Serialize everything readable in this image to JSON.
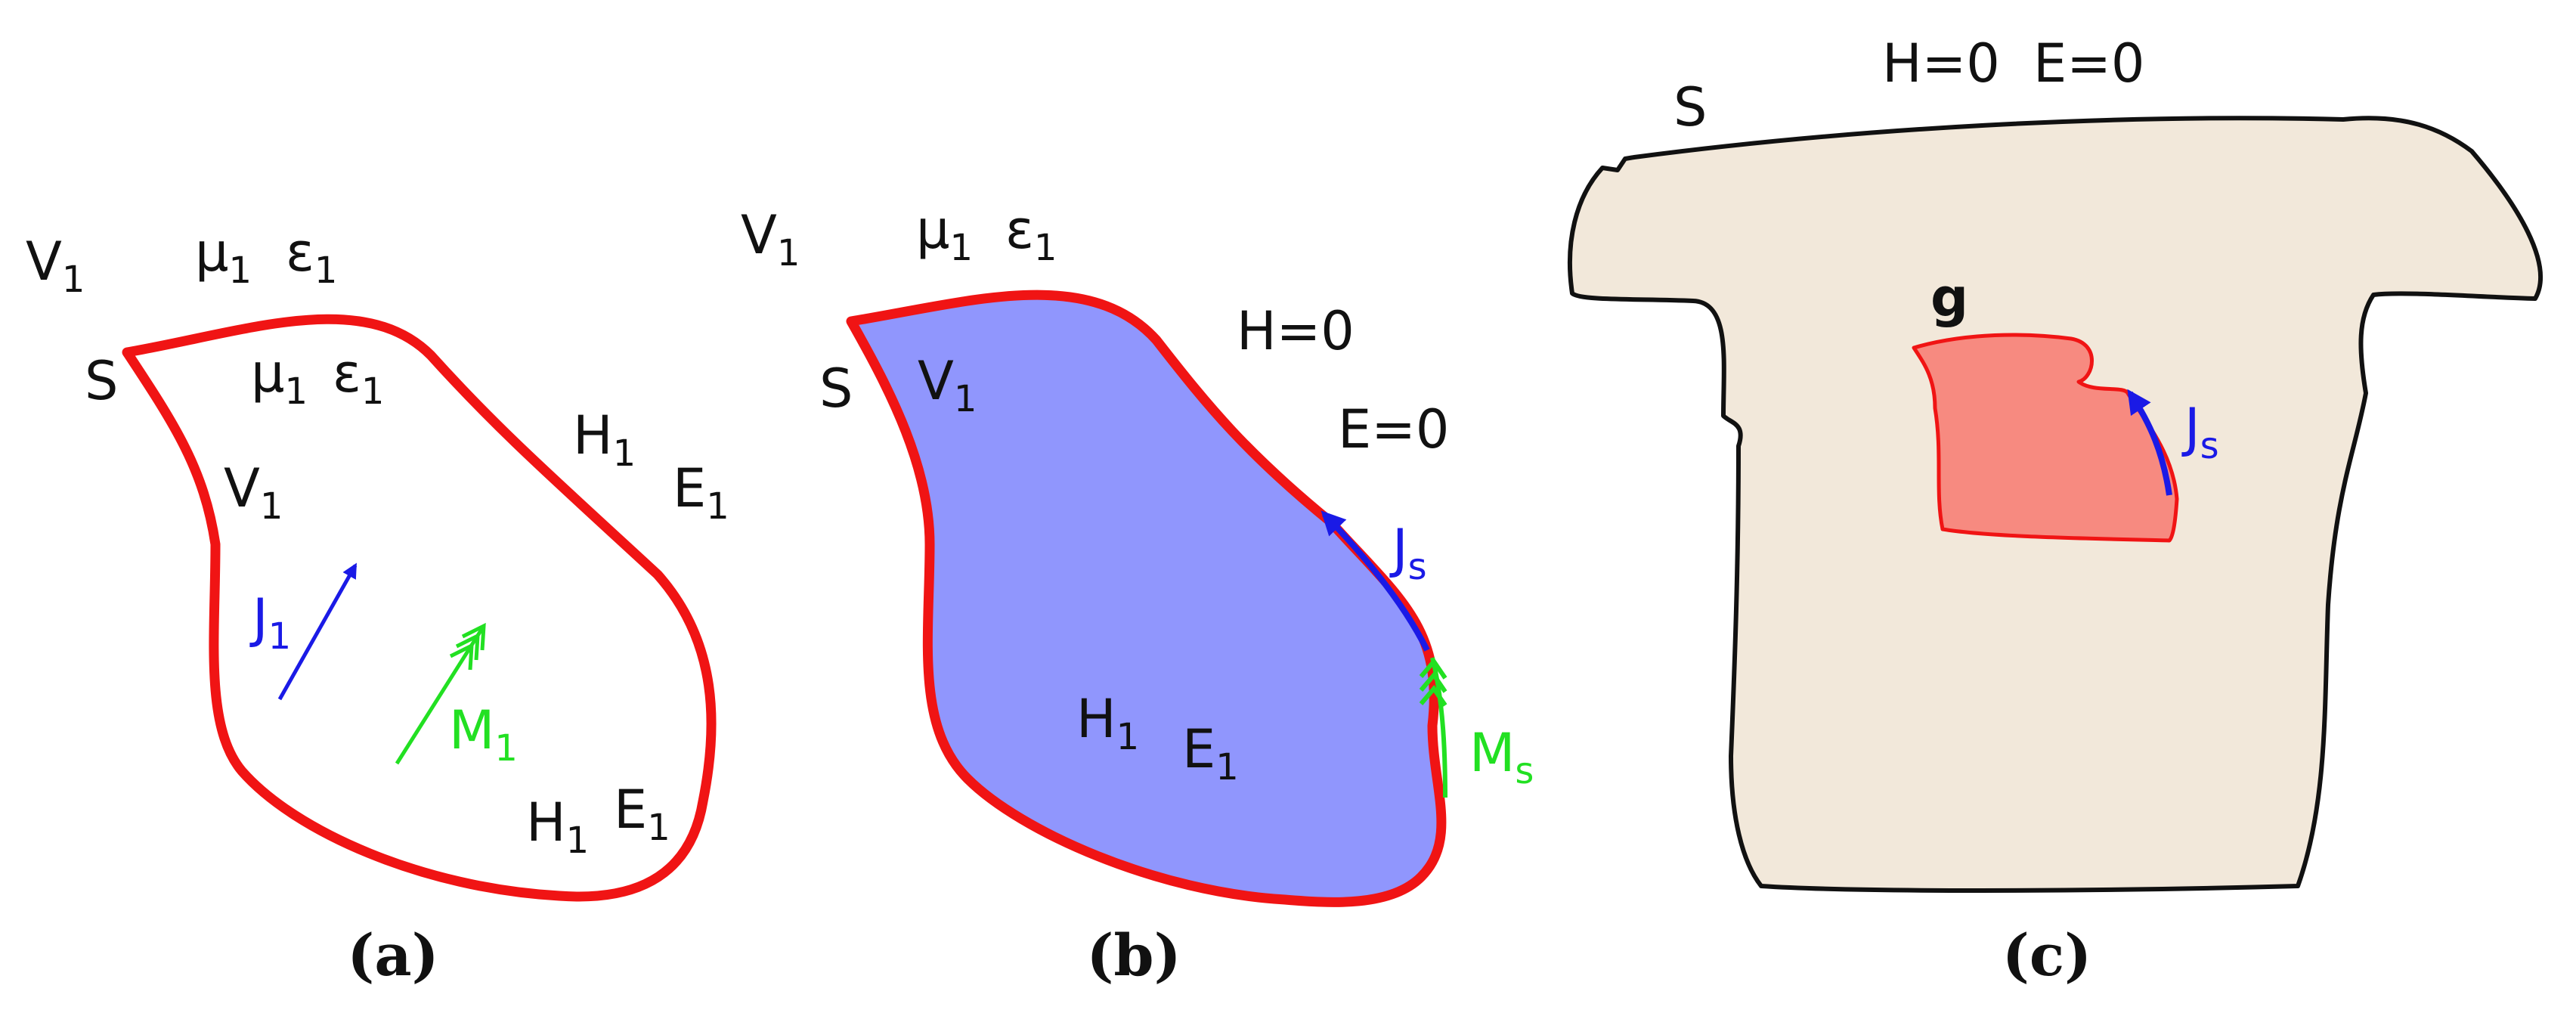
{
  "colors": {
    "boundary_red": "#f01414",
    "region_fill_b": "#9096fd",
    "region_fill_c": "#f2e8da",
    "region_fill_g": "#f78a80",
    "current_blue": "#1a1ae6",
    "magnetic_green": "#22e022"
  },
  "panel_a": {
    "caption": "(a)",
    "outer_V": {
      "main": "V",
      "sub": "1"
    },
    "outer_mu": {
      "main": "μ",
      "sub": "1"
    },
    "outer_eps": {
      "main": "ε",
      "sub": "1"
    },
    "boundary": "S",
    "inner_mu": {
      "main": "μ",
      "sub": "1"
    },
    "inner_eps": {
      "main": "ε",
      "sub": "1"
    },
    "inner_V": {
      "main": "V",
      "sub": "1"
    },
    "outer_H": {
      "main": "H",
      "sub": "1"
    },
    "outer_E": {
      "main": "E",
      "sub": "1"
    },
    "current": {
      "main": "J",
      "sub": "1"
    },
    "magnetic_current": {
      "main": "M",
      "sub": "1"
    },
    "inner_H": {
      "main": "H",
      "sub": "1"
    },
    "inner_E": {
      "main": "E",
      "sub": "1"
    }
  },
  "panel_b": {
    "caption": "(b)",
    "outer_V": {
      "main": "V",
      "sub": "1"
    },
    "outer_mu": {
      "main": "μ",
      "sub": "1"
    },
    "outer_eps": {
      "main": "ε",
      "sub": "1"
    },
    "boundary": "S",
    "inner_V": {
      "main": "V",
      "sub": "1"
    },
    "H_zero": "H=0",
    "E_zero": "E=0",
    "surface_current": {
      "main": "J",
      "sub": "s"
    },
    "surface_magnetic_current": {
      "main": "M",
      "sub": "s"
    },
    "inner_H": {
      "main": "H",
      "sub": "1"
    },
    "inner_E": {
      "main": "E",
      "sub": "1"
    }
  },
  "panel_c": {
    "caption": "(c)",
    "boundary": "S",
    "H_zero": "H=0",
    "E_zero": "E=0",
    "region_g": "g",
    "surface_current": {
      "main": "J",
      "sub": "s"
    }
  }
}
